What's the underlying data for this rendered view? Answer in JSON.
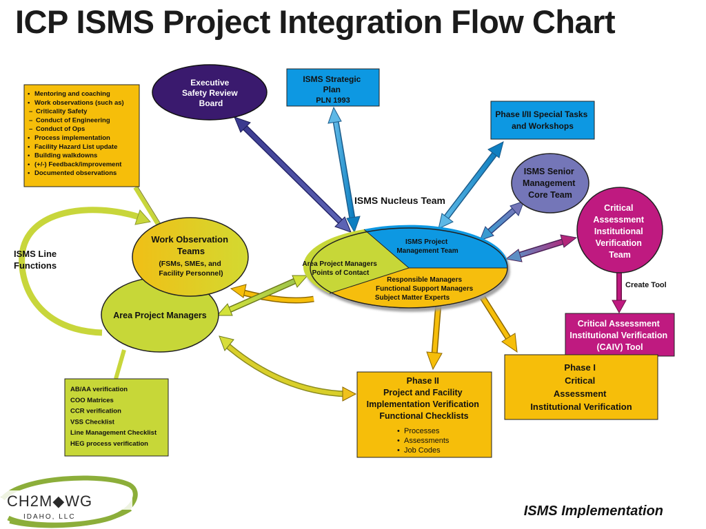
{
  "title": "ICP ISMS Project Integration Flow Chart",
  "colors": {
    "blue": "#0d98e2",
    "yellow_orange": "#f6be0a",
    "yellow_green": "#c7d738",
    "purple": "#3a1a6e",
    "lavender": "#7476b8",
    "magenta": "#bf1a80",
    "dark_navy_arrow": "#2d2f86",
    "outline": "#222222"
  },
  "nodes": {
    "executive_board": [
      "Executive",
      "Safety Review",
      "Board"
    ],
    "strategic_plan": [
      "ISMS Strategic",
      "Plan",
      "PLN 1993"
    ],
    "special_tasks": [
      "Phase I/II Special Tasks",
      "and Workshops"
    ],
    "senior_mgmt": [
      "ISMS Senior",
      "Management",
      "Core Team"
    ],
    "critical_assessment_team": [
      "Critical",
      "Assessment",
      "Institutional",
      "Verification",
      "Team"
    ],
    "create_tool": "Create Tool",
    "caiv_tool": [
      "Critical Assessment",
      "Institutional Verification",
      "(CAIV) Tool"
    ],
    "phase1": [
      "Phase I",
      "Critical",
      "Assessment",
      "Institutional Verification"
    ],
    "phase2_title": [
      "Phase II",
      "Project and Facility",
      "Implementation Verification",
      "Functional Checklists"
    ],
    "phase2_bullets": [
      "Processes",
      "Assessments",
      "Job Codes"
    ],
    "nucleus_label": "ISMS Nucleus Team",
    "nucleus_pm": [
      "ISMS Project",
      "Management Team"
    ],
    "nucleus_area": [
      "Area Project Managers",
      "Points of Contact"
    ],
    "nucleus_bottom": [
      "Responsible Managers",
      "Functional Support Managers",
      "Subject Matter Experts"
    ],
    "work_obs_title": [
      "Work Observation",
      "Teams"
    ],
    "work_obs_sub": [
      "(FSMs, SMEs, and",
      "Facility Personnel)"
    ],
    "area_pm": "Area Project Managers",
    "line_functions": [
      "ISMS Line",
      "Functions"
    ]
  },
  "observation_list": [
    {
      "bullet": "•",
      "text": "Mentoring and coaching"
    },
    {
      "bullet": "•",
      "text": "Work observations (such as)"
    },
    {
      "bullet": "–",
      "text": "Criticality Safety"
    },
    {
      "bullet": "–",
      "text": "Conduct of Engineering"
    },
    {
      "bullet": "–",
      "text": "Conduct of Ops"
    },
    {
      "bullet": "•",
      "text": "Process implementation"
    },
    {
      "bullet": "•",
      "text": "Facility Hazard List update"
    },
    {
      "bullet": "•",
      "text": "Building walkdowns"
    },
    {
      "bullet": "•",
      "text": "(+/-) Feedback/improvement"
    },
    {
      "bullet": "•",
      "text": "Documented observations"
    }
  ],
  "verification_list": [
    "AB/AA verification",
    "COO Matrices",
    "CCR verification",
    "VSS Checklist",
    "Line Management Checklist",
    "HEG process verification"
  ],
  "logo": {
    "name": "CH2M◆WG",
    "sub": "IDAHO, LLC"
  },
  "footer": "ISMS Implementation"
}
